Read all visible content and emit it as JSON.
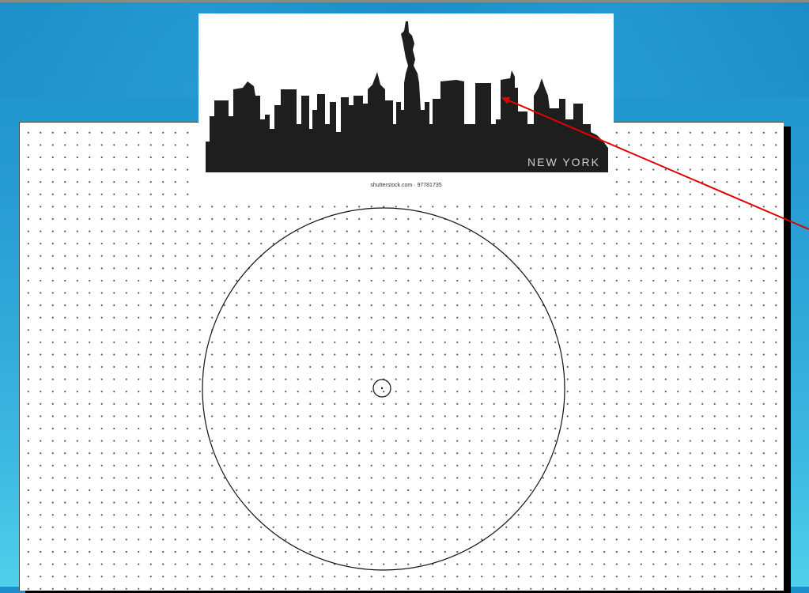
{
  "image": {
    "city_label": "NEW YORK",
    "credit": "shutterstock.com · 97781735"
  },
  "icons": {
    "skyline": "new-york-skyline-silhouette",
    "arrow": "red-annotation-arrow"
  },
  "colors": {
    "background_top": "#1b8fc9",
    "background_bottom": "#4fd0ea",
    "arrow": "#e00000",
    "skyline": "#1e1e1e"
  }
}
